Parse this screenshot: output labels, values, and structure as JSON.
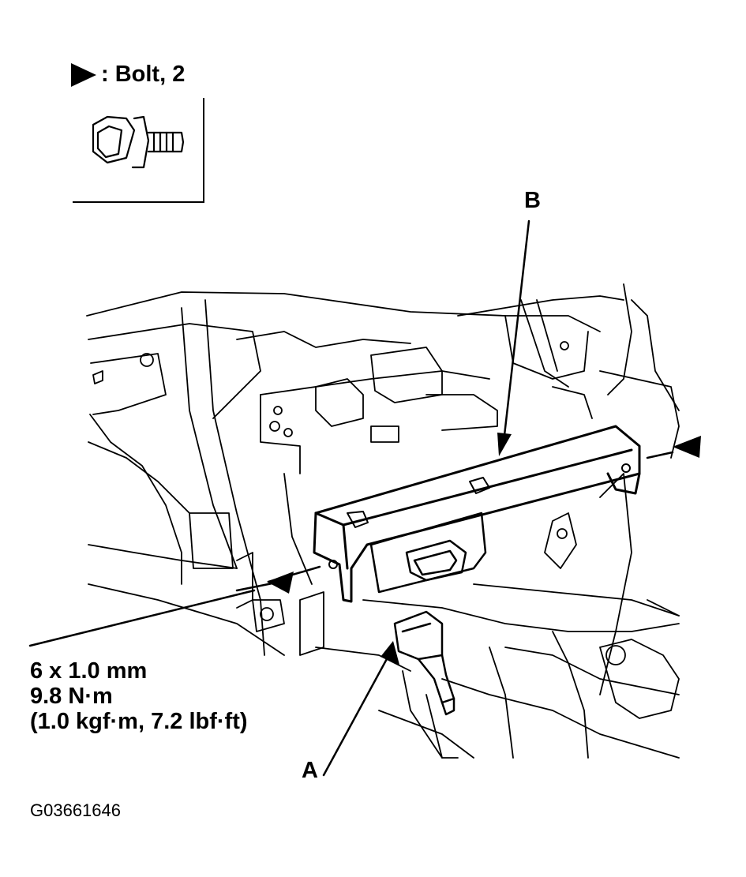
{
  "legend": {
    "text": ": Bolt, 2",
    "icon": "triangle-pointer-icon"
  },
  "callouts": {
    "a": "A",
    "b": "B"
  },
  "torque_spec": {
    "size": "6 x 1.0 mm",
    "torque_nm": "9.8 N·m",
    "torque_alt": "(1.0 kgf·m, 7.2 lbf·ft)"
  },
  "figure_code": "G03661646"
}
